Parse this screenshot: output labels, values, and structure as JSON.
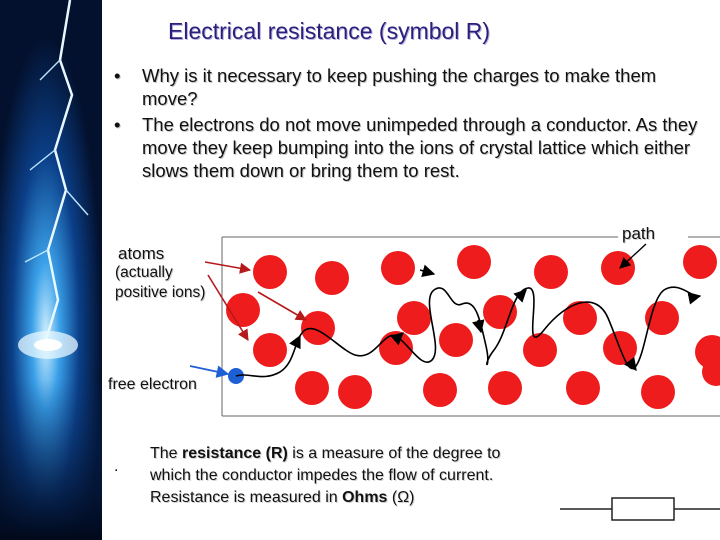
{
  "slide": {
    "title": "Electrical resistance (symbol R)",
    "bullet_symbol": "•",
    "bullets": [
      "Why is it necessary to keep pushing the charges to make them move?",
      "The electrons do not  move unimpeded through a conductor. As they move they keep bumping into the ions of crystal lattice which either slows them down or bring them to rest."
    ]
  },
  "diagram": {
    "path_label": "path",
    "atoms_label": "atoms",
    "ions_label_line1": "(actually",
    "ions_label_line2": "positive ions)",
    "free_electron_label": "free electron",
    "colors": {
      "ion": "#ee1c1c",
      "electron": "#1f5fd6",
      "arrow": "#b51a1a",
      "electron_arrow": "#1f5fd6",
      "path": "#000000"
    }
  },
  "caption": {
    "marker": ".",
    "line1_pre": "The ",
    "line1_bold": "resistance (R)",
    "line1_post": " is a measure of the degree to",
    "line2": "which the conductor impedes the flow of current.",
    "line3_pre": "Resistance is measured in ",
    "line3_bold": "Ohms",
    "line3_post": "   (Ω)"
  }
}
